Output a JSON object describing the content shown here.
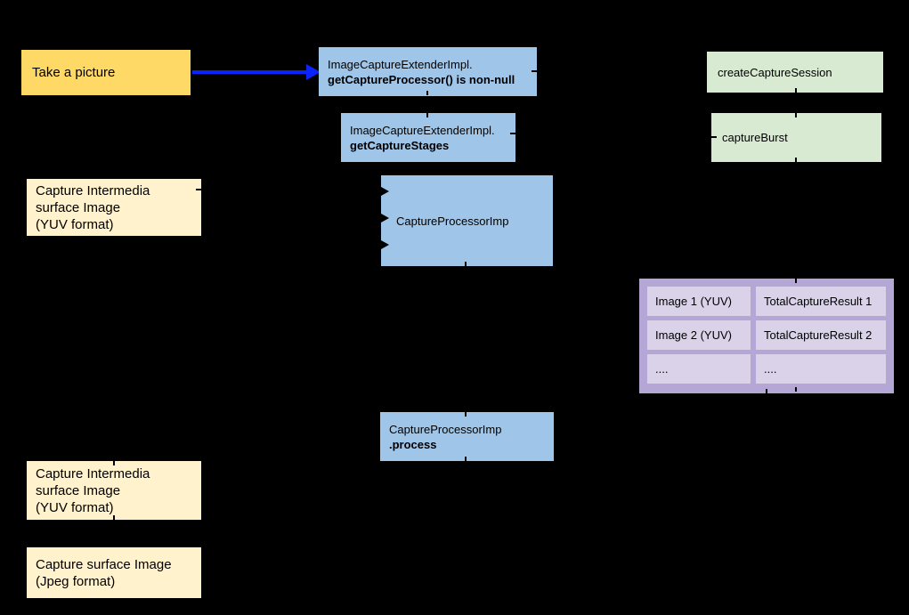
{
  "diagram": {
    "background_color": "#000000",
    "colors": {
      "trigger_fill": "#FFD966",
      "surface_fill": "#FFF2CC",
      "impl_fill": "#9FC5E8",
      "camera_fill": "#D9EAD3",
      "table_fill": "#B4A7D6",
      "table_cell_fill": "#D9D2E9",
      "flow_arrow": "#0B24FB"
    },
    "nodes": {
      "take_picture": {
        "label": "Take a picture"
      },
      "get_capture_processor": {
        "line1": "ImageCaptureExtenderImpl.",
        "line2": "getCaptureProcessor() is non-null"
      },
      "get_capture_stages": {
        "line1": "ImageCaptureExtenderImpl.",
        "line2": "getCaptureStages"
      },
      "create_capture_session": {
        "label": "createCaptureSession"
      },
      "capture_burst": {
        "label": "captureBurst"
      },
      "capture_processor": {
        "label": "CaptureProcessorImp"
      },
      "intermedia_surface_top": {
        "line1": "Capture Intermedia",
        "line2": "surface Image",
        "line3": "(YUV format)"
      },
      "capture_processor_process": {
        "line1": "CaptureProcessorImp",
        "line2": ".process"
      },
      "intermedia_surface_bottom": {
        "line1": "Capture Intermedia",
        "line2": "surface Image",
        "line3": "(YUV format)"
      },
      "capture_surface_jpeg": {
        "line1": "Capture surface Image",
        "line2": "(Jpeg format)"
      }
    },
    "result_table": {
      "rows": [
        {
          "image": "Image 1 (YUV)",
          "result": "TotalCaptureResult 1"
        },
        {
          "image": "Image 2 (YUV)",
          "result": "TotalCaptureResult 2"
        },
        {
          "image": "....",
          "result": "...."
        }
      ]
    }
  }
}
